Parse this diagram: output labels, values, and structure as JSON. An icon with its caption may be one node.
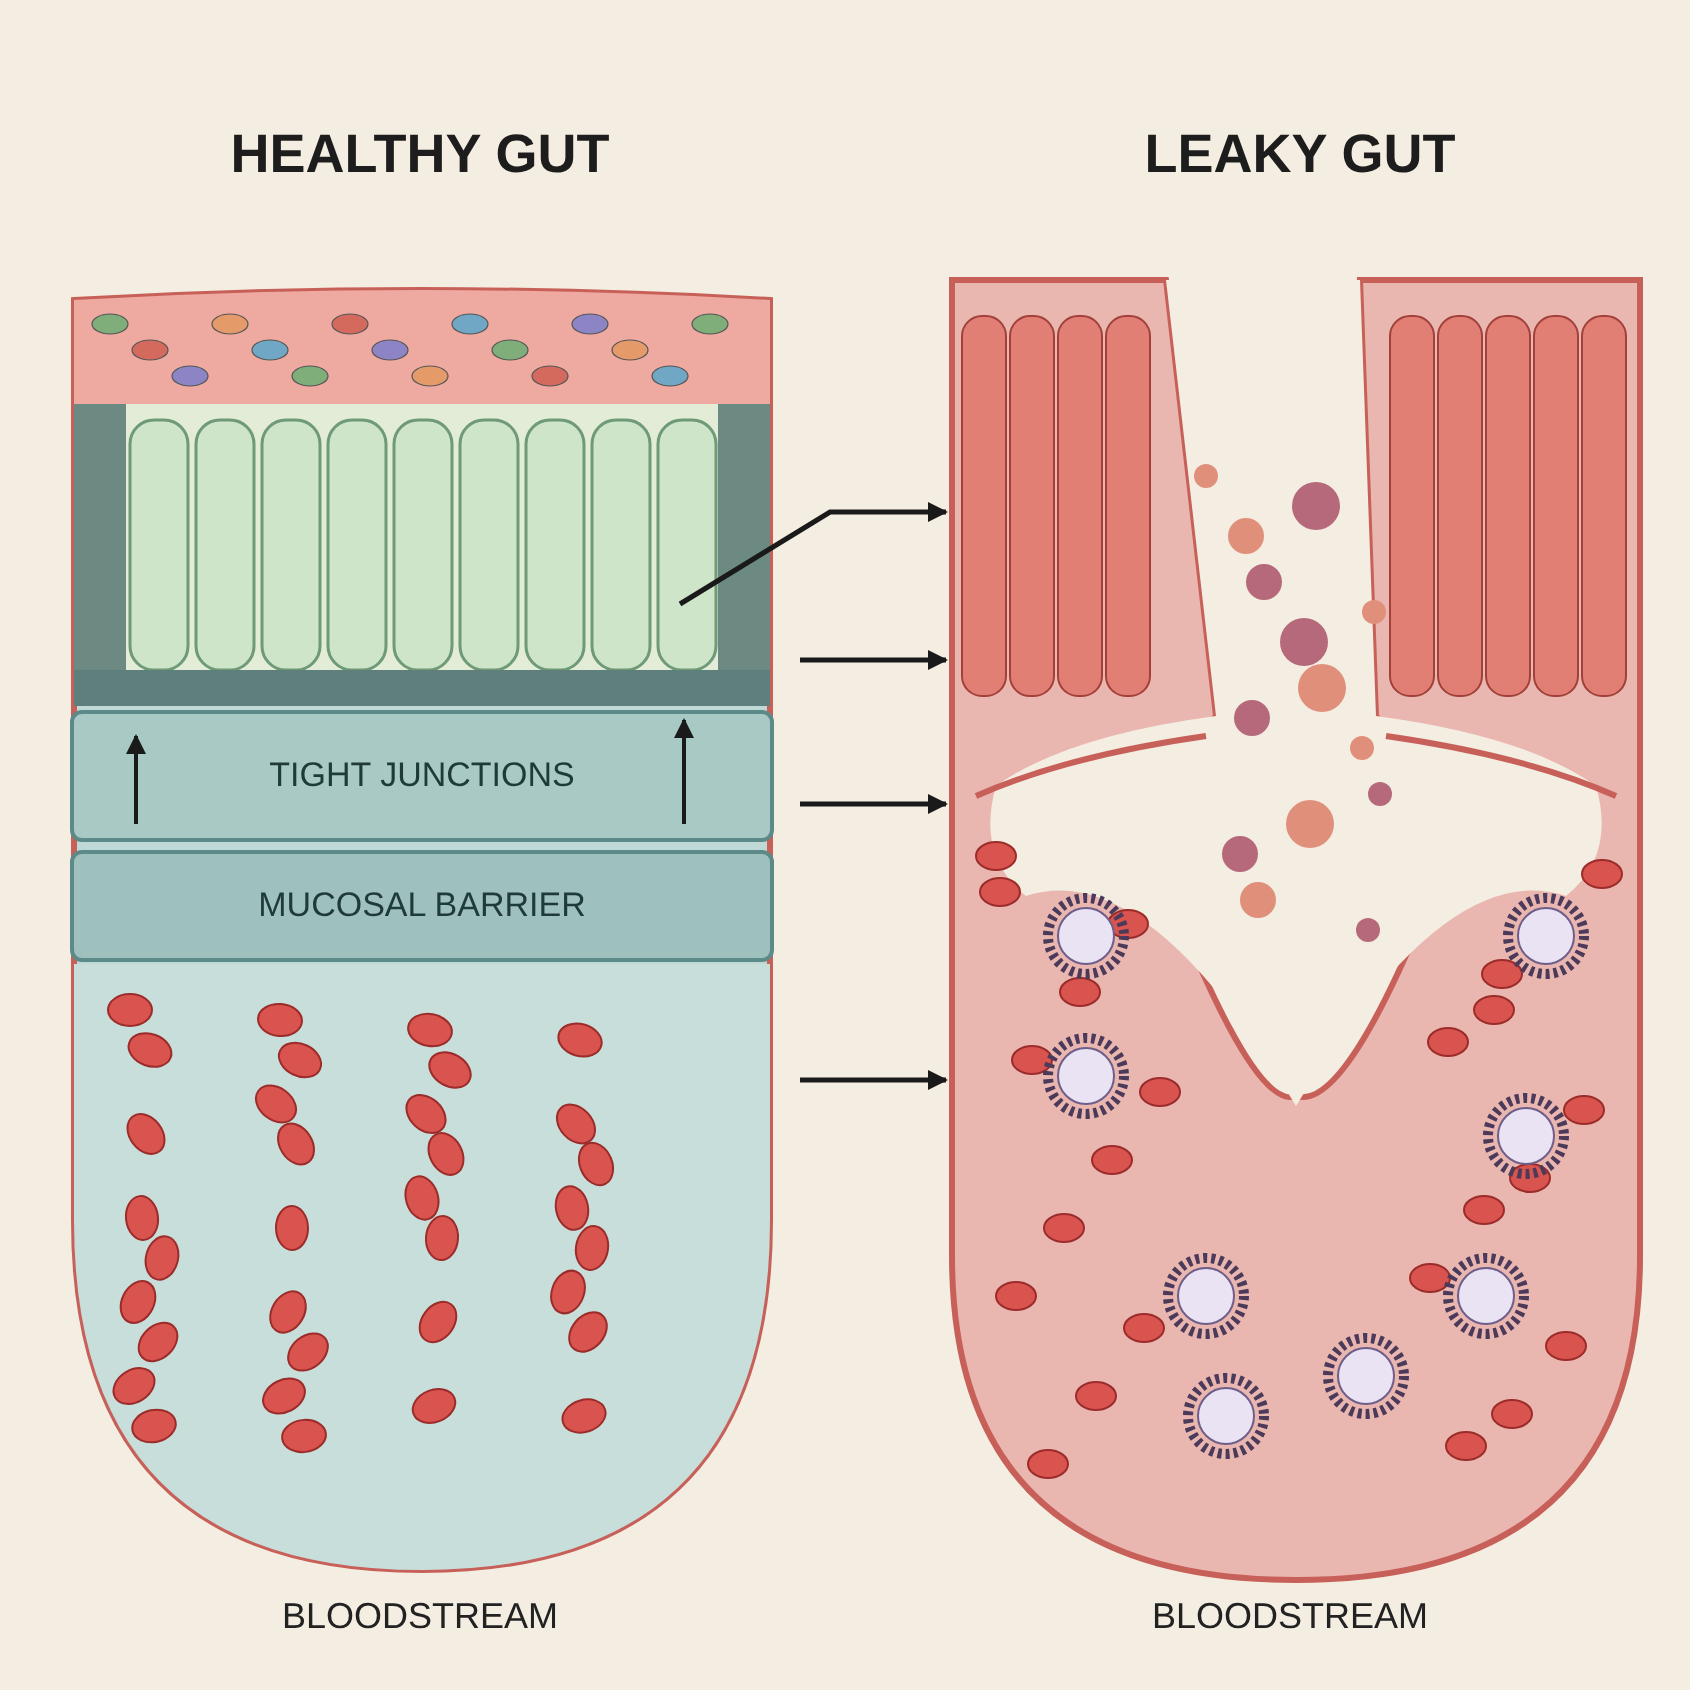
{
  "diagram": {
    "nodes": [
      {
        "text": [],
        "shape": "picture"
      },
      {
        "text": [
          "TIGHT JUNCTIONS"
        ],
        "in": 0
      },
      {
        "text": [
          "MUCOSAL BARRIER"
        ],
        "in": 0
      },
      {
        "text": [],
        "shape": "picture"
      }
    ],
    "edges": [
      {
        "from": null,
        "to": 3,
        "arrow": "to"
      },
      {
        "from": null,
        "to": 3,
        "arrow": "to"
      },
      {
        "from": null,
        "to": 3,
        "arrow": "to"
      },
      {
        "from": null,
        "to": 3,
        "arrow": "to"
      }
    ],
    "labels": [
      "HEALTHY GUT",
      "LEAKY GUT",
      "BLOODSTREAM",
      "BLOODSTREAM"
    ]
  }
}
